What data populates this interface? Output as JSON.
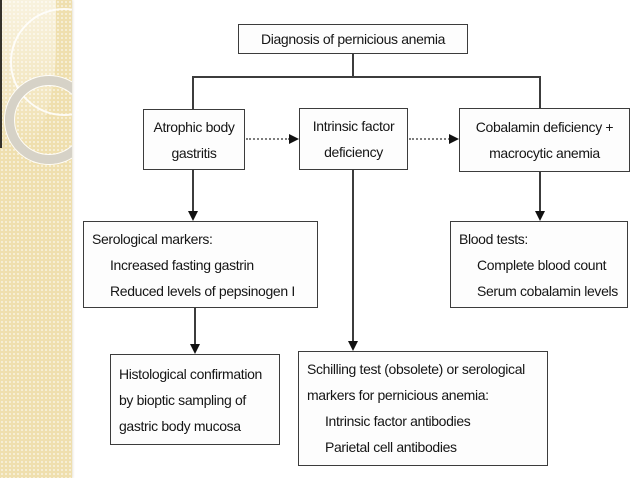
{
  "slide": {
    "theme": "beige-circles",
    "colors": {
      "sidebar_beige": "#efdfae",
      "ring_gray": "#d6d2c7",
      "box_border": "#3c3c3c",
      "text": "#151515",
      "arrow": "#111111"
    }
  },
  "flowchart": {
    "nodes": {
      "diagnosis": {
        "text": "Diagnosis of pernicious anemia"
      },
      "atrophic": {
        "lines": [
          "Atrophic body",
          "gastritis"
        ]
      },
      "intrinsic": {
        "lines": [
          "Intrinsic factor",
          "deficiency"
        ]
      },
      "cobalamin": {
        "lines": [
          "Cobalamin deficiency +",
          "macrocytic anemia"
        ]
      },
      "serological": {
        "title": "Serological markers:",
        "items": [
          "Increased fasting gastrin",
          "Reduced levels of pepsinogen I"
        ]
      },
      "blood": {
        "title": "Blood tests:",
        "items": [
          "Complete blood count",
          "Serum cobalamin levels"
        ]
      },
      "histological": {
        "lines": [
          "Histological confirmation",
          "by bioptic sampling of",
          "gastric body mucosa"
        ]
      },
      "schilling": {
        "lines": [
          "Schilling test (obsolete) or serological",
          "markers for pernicious anemia:"
        ],
        "items": [
          "Intrinsic factor antibodies",
          "Parietal cell antibodies"
        ]
      }
    }
  }
}
